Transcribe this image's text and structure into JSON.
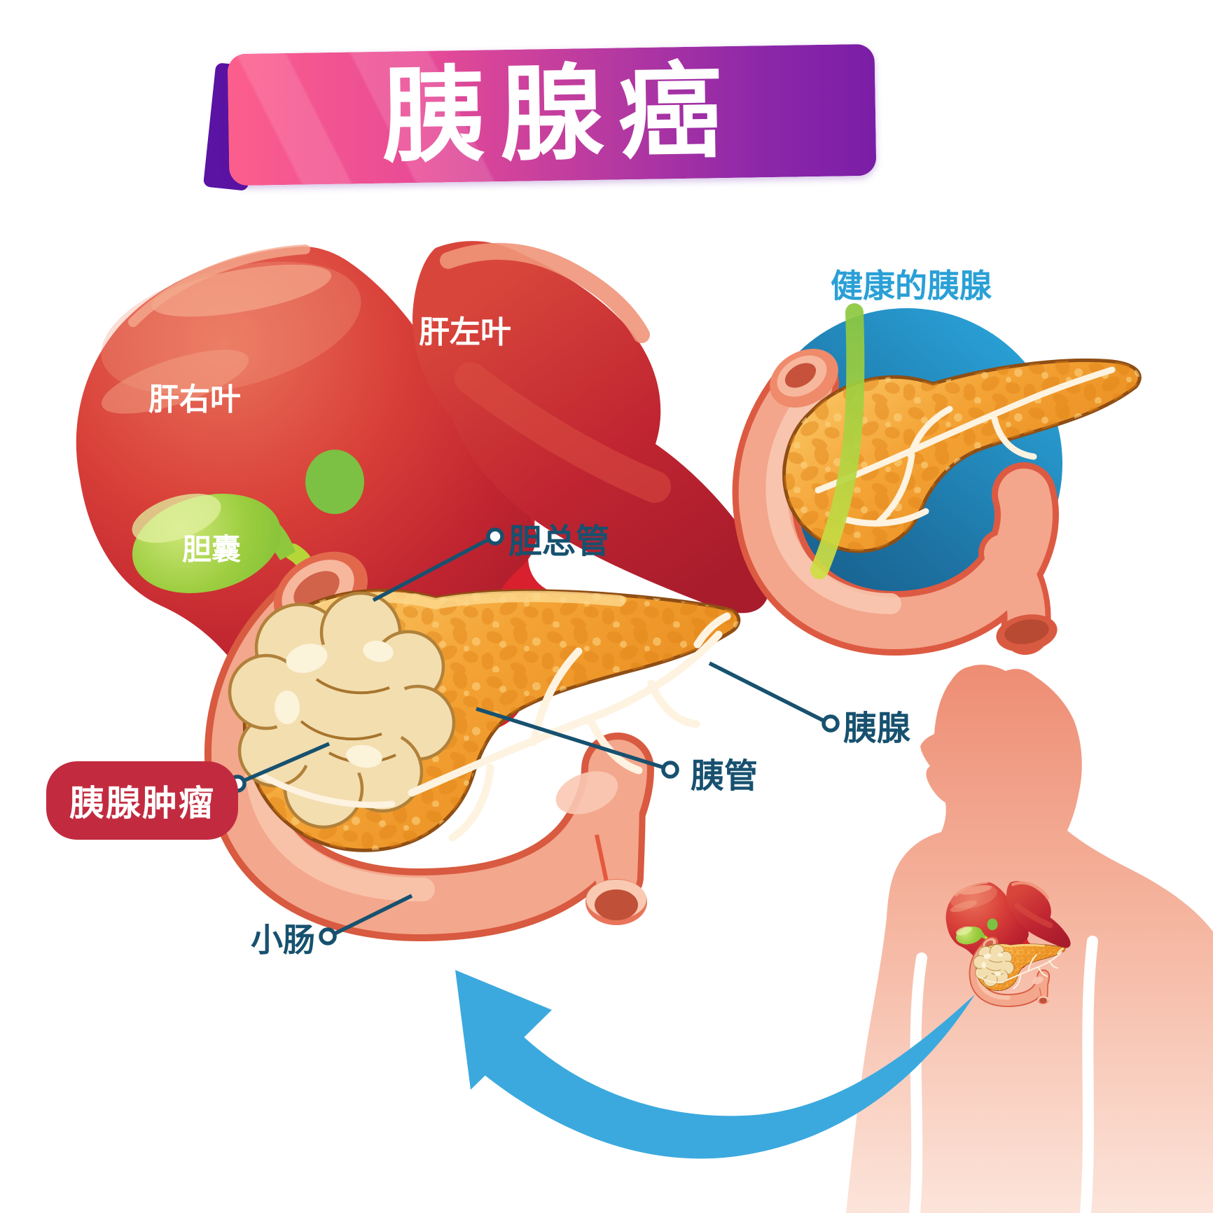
{
  "title": {
    "text": "胰腺癌"
  },
  "inset": {
    "label": "健康的胰腺"
  },
  "labels": {
    "liver_right_lobe": "肝右叶",
    "liver_left_lobe": "肝左叶",
    "gallbladder": "胆囊",
    "common_bile_duct": "胆总管",
    "pancreas": "胰腺",
    "pancreatic_duct": "胰管",
    "pancreatic_tumor": "胰腺肿瘤",
    "small_intestine": "小肠"
  },
  "colors": {
    "banner_pink": "#fc5e8c",
    "banner_purple": "#7a1ea6",
    "banner_fold": "#5a13a3",
    "label_teal": "#17516f",
    "healthy_label_blue": "#2aa0d6",
    "inset_circle_blue": "#1f7fb2",
    "badge_red": "#c22b3f",
    "arrow_blue": "#3ba9de",
    "liver_red": "#c62631",
    "gallbladder_green": "#9ccd3f",
    "bile_duct_green": "#aacf3a",
    "portal_vein_blue": "#2583c5",
    "artery_red": "#d9202e",
    "duodenum_salmon": "#f3a78c",
    "pancreas_orange": "#f4a335",
    "tumor_cream": "#f3deb0",
    "silhouette_skin": "#f0977e"
  }
}
